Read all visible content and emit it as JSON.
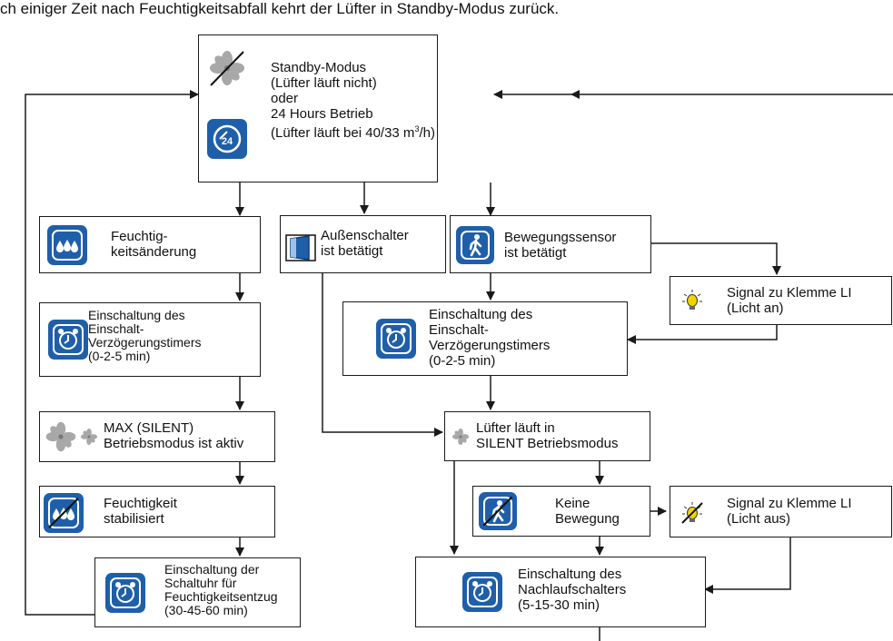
{
  "caption": "ch einiger Zeit nach  Feuchtigkeitsabfall kehrt der Lüfter in Standby-Modus zurück.",
  "colors": {
    "icon_blue": "#1f5fa9",
    "line": "#1a1a1a",
    "fan_grey": "#9a9a9a",
    "bulb_yellow": "#f2d400"
  },
  "standby": {
    "line1": "Standby-Modus",
    "line2": "(Lüfter läuft nicht)",
    "line3": "oder",
    "line4": "24 Hours Betrieb",
    "line5_pre": "(Lüfter läuft bei 40/33 m",
    "line5_sup": "3",
    "line5_post": "/h)",
    "icons": [
      "fan-off-icon",
      "clock-24h-icon"
    ]
  },
  "humidity_change": {
    "line1": "Feuchtig-",
    "line2": "keitsänderung",
    "icon": "water-drops-icon"
  },
  "outside_switch": {
    "line1": "Außenschalter",
    "line2": "ist betätigt",
    "icon": "switch-icon"
  },
  "motion_sensor": {
    "line1": "Bewegungssensor",
    "line2": "ist betätigt",
    "icon": "walking-person-icon"
  },
  "signal_on": {
    "line1": "Signal zu Klemme LI",
    "line2": "(Licht an)",
    "icon": "light-bulb-icon"
  },
  "delay_timer_left": {
    "line1": "Einschaltung des",
    "line2": "Einschalt-",
    "line3": "Verzögerungstimers",
    "line4": "(0-2-5 min)",
    "icon": "alarm-clock-icon"
  },
  "delay_timer_right": {
    "line1": "Einschaltung des",
    "line2": "Einschalt-",
    "line3": "Verzögerungstimers",
    "line4": "(0-2-5 min)",
    "icon": "alarm-clock-icon"
  },
  "max_mode": {
    "line1": "MAX (SILENT)",
    "line2": "Betriebsmodus ist aktiv",
    "icons": [
      "fan-large-icon",
      "fan-small-icon"
    ]
  },
  "silent_mode": {
    "line1": "Lüfter läuft in",
    "line2": "SILENT Betriebsmodus",
    "icon": "fan-small-icon"
  },
  "humidity_stable": {
    "line1": "Feuchtigkeit",
    "line2": "stabilisiert",
    "icon": "water-drops-off-icon"
  },
  "no_motion": {
    "line1": "Keine",
    "line2": "Bewegung",
    "icon": "walking-person-off-icon"
  },
  "signal_off": {
    "line1": "Signal zu Klemme LI",
    "line2": "(Licht aus)",
    "icon": "light-bulb-off-icon"
  },
  "dehumid_timer": {
    "line1": "Einschaltung der",
    "line2": "Schaltuhr für",
    "line3": "Feuchtigkeitsentzug",
    "line4": "(30-45-60 min)",
    "icon": "alarm-clock-icon"
  },
  "overrun_timer": {
    "line1": "Einschaltung des",
    "line2": "Nachlaufschalters",
    "line3": "(5-15-30 min)",
    "icon": "alarm-clock-icon"
  }
}
